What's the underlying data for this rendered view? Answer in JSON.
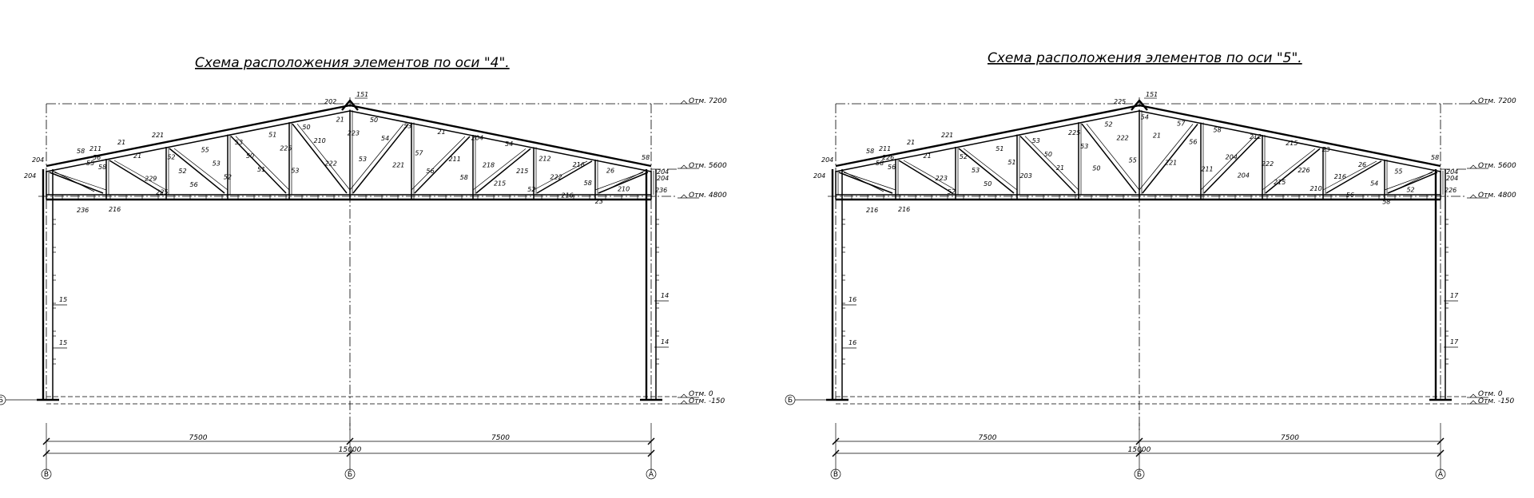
{
  "drawings": [
    {
      "title": "Схема расположения элементов по оси \"4\".",
      "top_labels": [
        "202",
        "151"
      ],
      "left_labels": [
        "204",
        "204",
        "58",
        "211",
        "21",
        "221",
        "55",
        "58",
        "56",
        "236",
        "216"
      ],
      "truss_labels": [
        "21",
        "229",
        "225",
        "52",
        "52",
        "56",
        "55",
        "53",
        "52",
        "53",
        "50",
        "51",
        "51",
        "225",
        "53",
        "50",
        "210",
        "222",
        "21",
        "223",
        "53",
        "50",
        "54",
        "221",
        "53",
        "57",
        "56",
        "21",
        "211",
        "58",
        "204",
        "218",
        "215",
        "54",
        "215",
        "52",
        "212",
        "222",
        "216",
        "216",
        "58",
        "23",
        "26",
        "210"
      ],
      "right_labels": [
        "58",
        "204",
        "204",
        "236"
      ],
      "column_labels": [
        "15",
        "15",
        "14",
        "14"
      ],
      "elevations": [
        "Отм. 7200",
        "Отм. 5600",
        "Отм. 4800",
        "Отм. 0",
        "Отм. -150"
      ],
      "dims": [
        "7500",
        "7500",
        "15000"
      ],
      "axes": [
        "В",
        "Б",
        "А"
      ],
      "side_axis": "Б"
    },
    {
      "title": "Схема расположения элементов по оси \"5\".",
      "top_labels": [
        "225",
        "151"
      ],
      "left_labels": [
        "204",
        "204",
        "58",
        "211",
        "21",
        "221",
        "58",
        "56",
        "226",
        "216",
        "216"
      ],
      "truss_labels": [
        "21",
        "223",
        "52",
        "52",
        "53",
        "50",
        "51",
        "51",
        "203",
        "53",
        "50",
        "21",
        "225",
        "53",
        "50",
        "52",
        "222",
        "55",
        "54",
        "21",
        "221",
        "57",
        "56",
        "211",
        "58",
        "204",
        "204",
        "212",
        "222",
        "215",
        "215",
        "226",
        "210",
        "23",
        "216",
        "56",
        "26",
        "54",
        "58",
        "55",
        "52"
      ],
      "right_labels": [
        "58",
        "204",
        "204",
        "226"
      ],
      "column_labels": [
        "16",
        "16",
        "17",
        "17"
      ],
      "elevations": [
        "Отм. 7200",
        "Отм. 5600",
        "Отм. 4800",
        "Отм. 0",
        "Отм. -150"
      ],
      "dims": [
        "7500",
        "7500",
        "15000"
      ],
      "axes": [
        "В",
        "Б",
        "А"
      ],
      "side_axis": "Б"
    }
  ]
}
